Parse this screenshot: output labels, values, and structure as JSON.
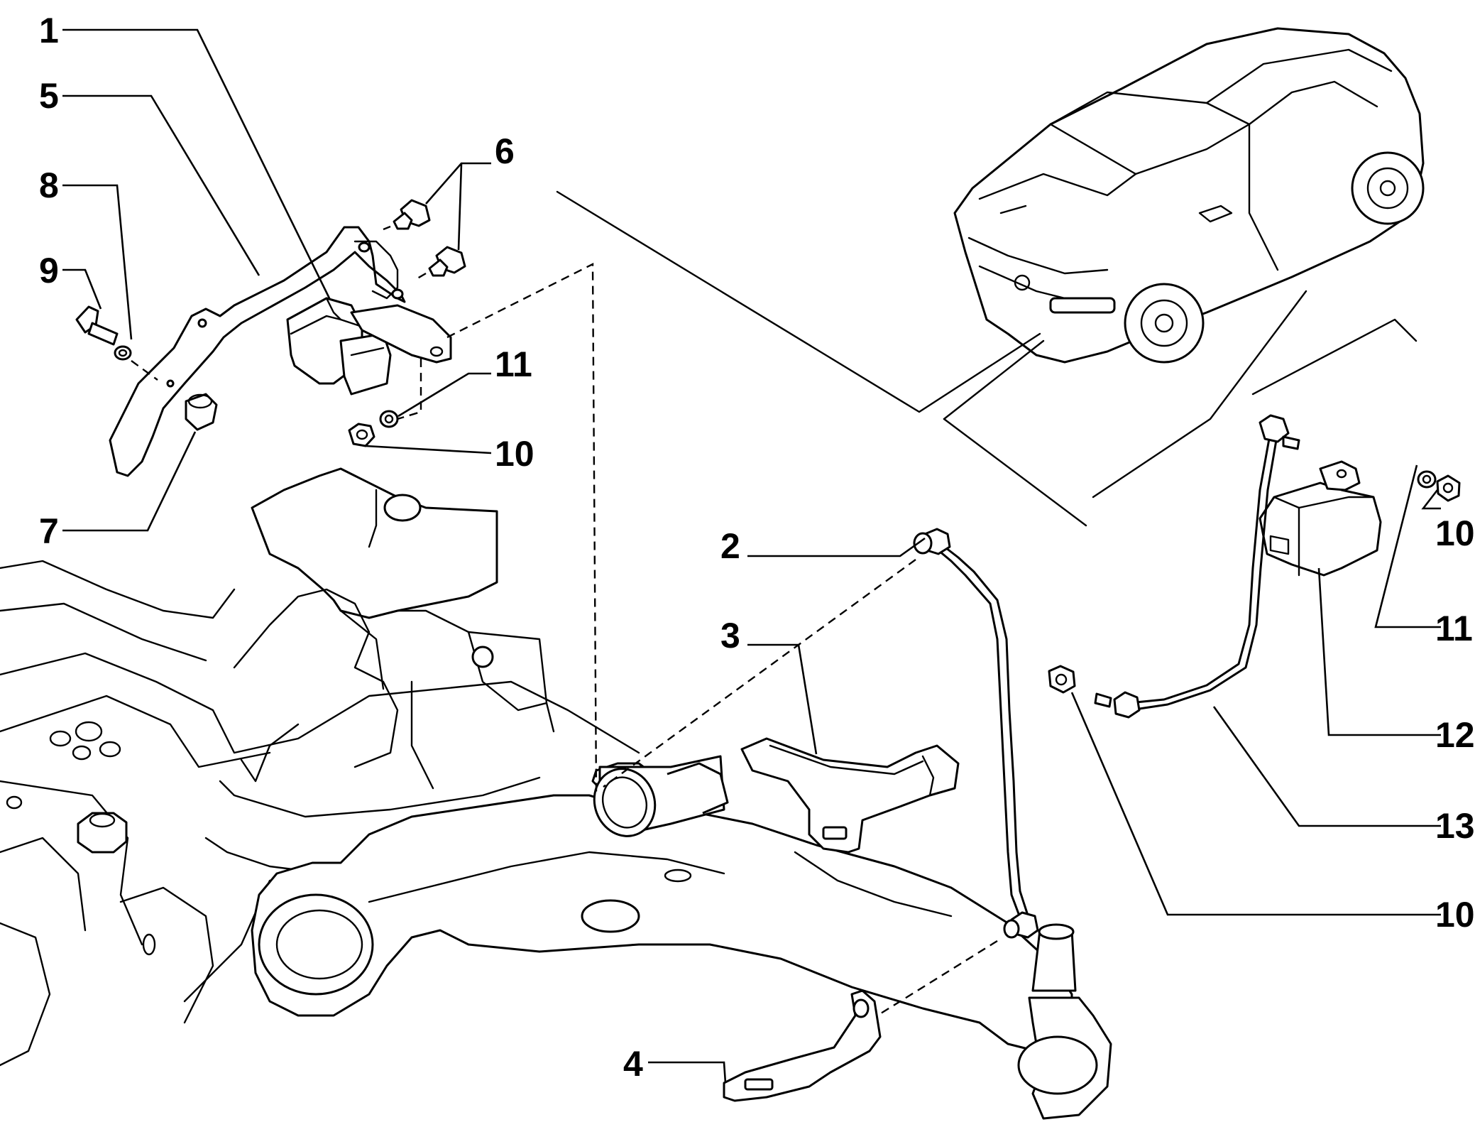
{
  "callouts": {
    "c1": "1",
    "c2": "2",
    "c3": "3",
    "c4": "4",
    "c5": "5",
    "c6": "6",
    "c7": "7",
    "c8": "8",
    "c9": "9",
    "c10_top": "10",
    "c11_top": "11",
    "c10_r1": "10",
    "c11_r": "11",
    "c12": "12",
    "c13": "13",
    "c10_r2": "10"
  }
}
